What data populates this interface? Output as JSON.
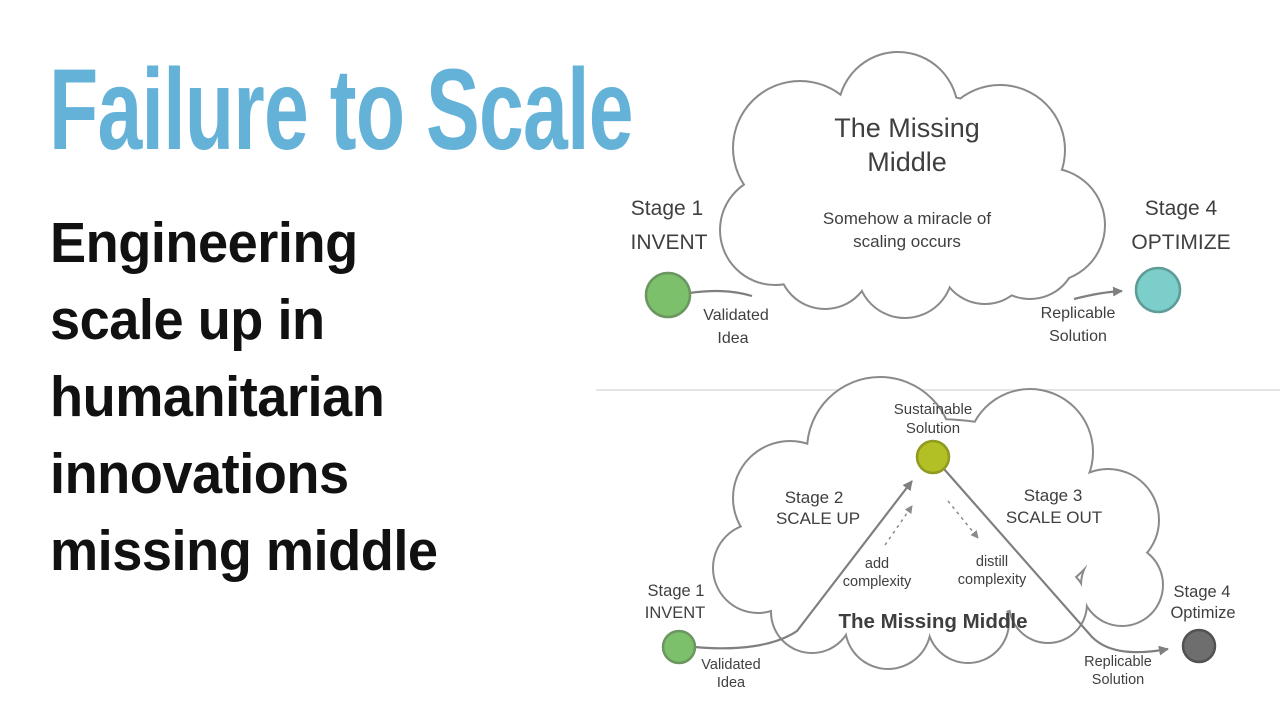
{
  "slide": {
    "title": "Failure to Scale",
    "body_lines": [
      "Engineering",
      "scale up in",
      "humanitarian",
      "innovations",
      "missing middle"
    ]
  },
  "colors": {
    "title_blue": "#64B2D8",
    "node_green": "#7CC06C",
    "node_teal": "#7BCEC9",
    "node_olive": "#B2BF25",
    "node_gray": "#6E6E6E",
    "cloud_outline": "#8A8A8A",
    "arrow_gray": "#7F7F7F"
  },
  "diagram_top": {
    "cloud_title_line1": "The Missing",
    "cloud_title_line2": "Middle",
    "cloud_note_line1": "Somehow a miracle of",
    "cloud_note_line2": "scaling occurs",
    "stage1_label_line1": "Stage 1",
    "stage1_label_line2": "INVENT",
    "stage4_label_line1": "Stage 4",
    "stage4_label_line2": "OPTIMIZE",
    "validated_line1": "Validated",
    "validated_line2": "Idea",
    "replicable_line1": "Replicable",
    "replicable_line2": "Solution"
  },
  "diagram_bottom": {
    "sustainable_line1": "Sustainable",
    "sustainable_line2": "Solution",
    "stage2_label_line1": "Stage 2",
    "stage2_label_line2": "SCALE UP",
    "stage3_label_line1": "Stage 3",
    "stage3_label_line2": "SCALE OUT",
    "add_line1": "add",
    "add_line2": "complexity",
    "distill_line1": "distill",
    "distill_line2": "complexity",
    "missing_middle_label": "The Missing Middle",
    "stage1_label_line1": "Stage 1",
    "stage1_label_line2": "INVENT",
    "stage4_label_line1": "Stage 4",
    "stage4_label_line2": "Optimize",
    "validated_line1": "Validated",
    "validated_line2": "Idea",
    "replicable_line1": "Replicable",
    "replicable_line2": "Solution"
  }
}
